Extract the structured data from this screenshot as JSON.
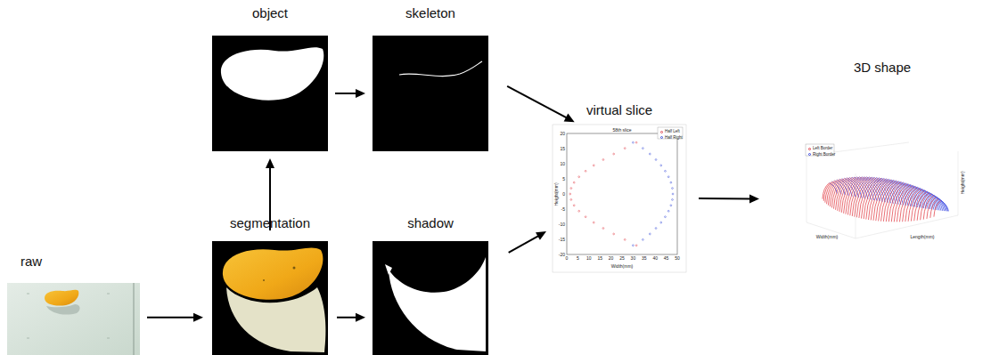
{
  "diagram": {
    "nodes": [
      {
        "text": [
          "raw"
        ]
      },
      {
        "text": [
          "segmentation"
        ]
      },
      {
        "text": [
          "object"
        ]
      },
      {
        "text": [
          "skeleton"
        ]
      },
      {
        "text": [
          "shadow"
        ]
      },
      {
        "text": [
          "virtual slice"
        ]
      },
      {
        "text": [
          "3D shape"
        ]
      }
    ],
    "edges": [
      {
        "from": 0,
        "to": 1,
        "arrow": "to"
      },
      {
        "from": 1,
        "to": 2,
        "arrow": "to"
      },
      {
        "from": 2,
        "to": 3,
        "arrow": "to"
      },
      {
        "from": 1,
        "to": 4,
        "arrow": "to"
      },
      {
        "from": 3,
        "to": 5,
        "arrow": "to"
      },
      {
        "from": 4,
        "to": 5,
        "arrow": "to"
      },
      {
        "from": 5,
        "to": 6,
        "arrow": "to"
      }
    ],
    "labels": [
      "58th slice",
      "Width(mm)",
      "Height(mm)",
      "20",
      "15",
      "10",
      "5",
      "0",
      "-5",
      "-10",
      "-15",
      "-20",
      "0",
      "5",
      "10",
      "15",
      "20",
      "25",
      "30",
      "35",
      "40",
      "45",
      "50",
      "Width(mm)",
      "Length(mm)",
      "Height(mm)"
    ],
    "legend": [
      {
        "text": "Half Left"
      },
      {
        "text": "Half Right"
      },
      {
        "text": "Left Border"
      },
      {
        "text": "Right Border"
      }
    ]
  }
}
